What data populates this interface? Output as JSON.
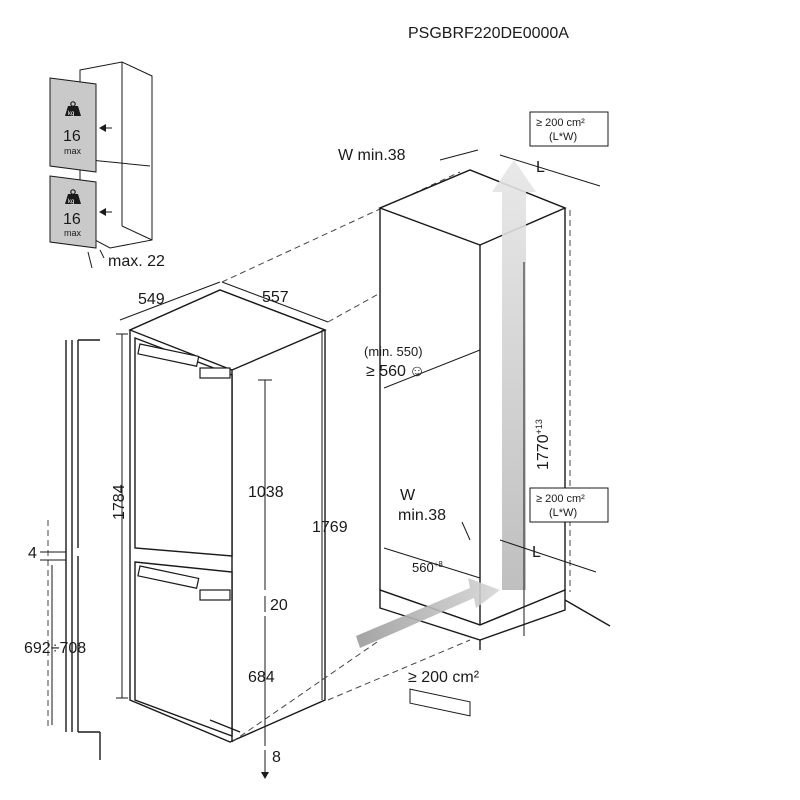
{
  "model_code": "PSGBRF220DE0000A",
  "door_weight": {
    "upper": {
      "value": "16",
      "unit": "max"
    },
    "lower": {
      "value": "16",
      "unit": "max"
    },
    "weight_icon_label": "kg"
  },
  "door_gap_max": "max. 22",
  "appliance": {
    "depth": "549",
    "width": "557",
    "height_total": "1784",
    "height_body": "1769",
    "upper_door": "1038",
    "door_gap": "20",
    "lower_door": "684",
    "bottom_gap": "8"
  },
  "door_panel": {
    "offset": "4",
    "hinge_range": "692÷708"
  },
  "niche": {
    "top_width": "W min.38",
    "top_length": "L",
    "top_vent_area": "≥ 200 cm²",
    "top_vent_formula": "(L*W)",
    "depth_min": "(min. 550)",
    "depth_rec": "≥ 560",
    "depth_rec_icon": "☺",
    "height": "1770",
    "height_tol": "+13",
    "bottom_width_label": "W",
    "bottom_width_value": "min.38",
    "bottom_length": "L",
    "bottom_vent_area": "≥ 200 cm²",
    "bottom_vent_formula": "(L*W)",
    "width": "560",
    "width_tol": "+8",
    "inlet_vent_area": "≥ 200 cm²"
  }
}
